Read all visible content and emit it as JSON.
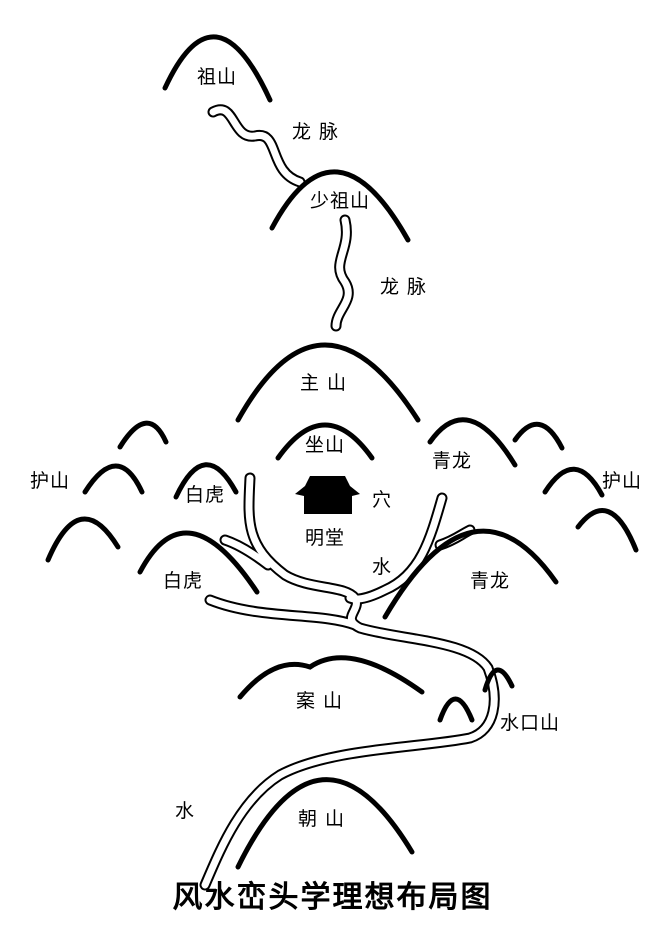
{
  "title": "风水峦头学理想布局图",
  "labels": {
    "zushan": "祖山",
    "longmai_upper": "龙 脉",
    "shaozushan": "少祖山",
    "longmai_lower": "龙 脉",
    "zhushan": "主 山",
    "zuoshan": "坐山",
    "qinglong_upper": "青龙",
    "hushan_left": "护山",
    "hushan_right": "护山",
    "baihu_upper": "白虎",
    "xue": "穴",
    "mingtang": "明堂",
    "shui_inner": "水",
    "baihu_lower": "白虎",
    "qinglong_lower": "青龙",
    "anshan": "案 山",
    "shuikoushan": "水口山",
    "shui_outer": "水",
    "chaoshan": "朝 山"
  }
}
